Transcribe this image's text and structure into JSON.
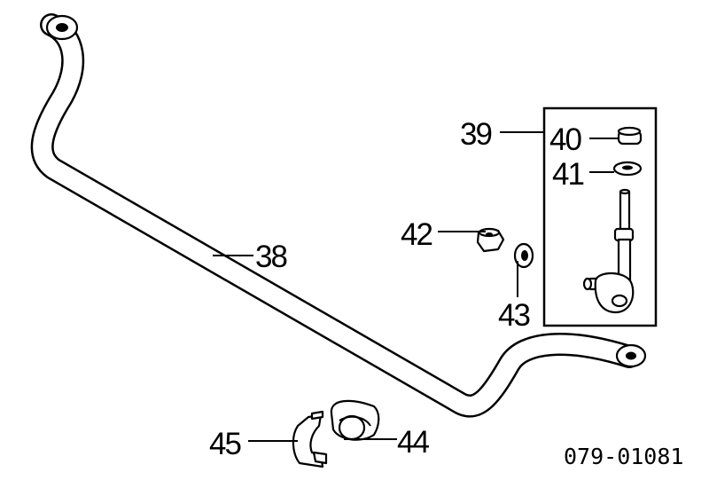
{
  "diagram": {
    "callouts": {
      "p38": "38",
      "p39": "39",
      "p40": "40",
      "p41": "41",
      "p42": "42",
      "p43": "43",
      "p44": "44",
      "p45": "45"
    },
    "catalog_number": "079-01081"
  }
}
